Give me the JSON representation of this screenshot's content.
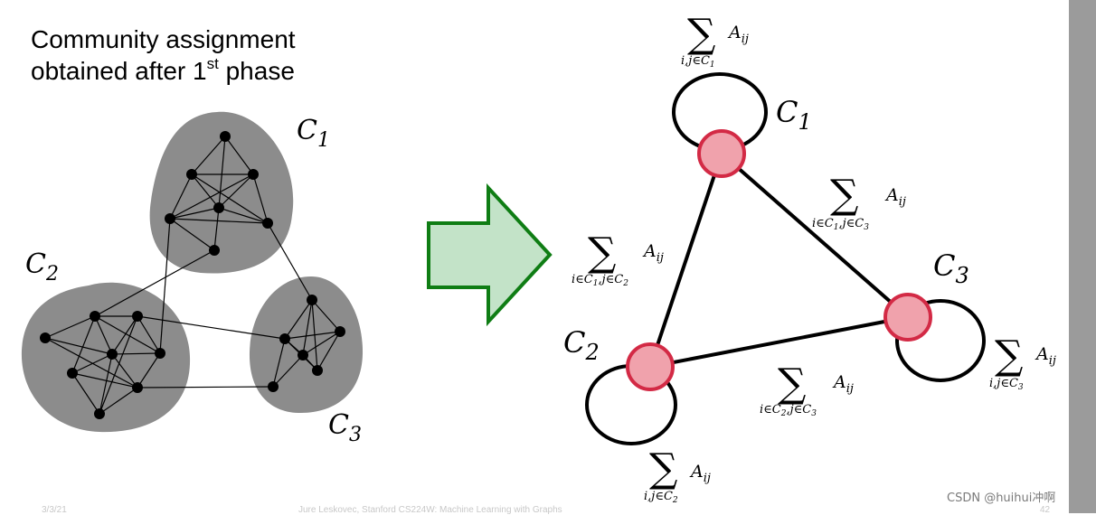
{
  "heading": {
    "line1": "Community assignment",
    "line2_pre": "obtained after 1",
    "line2_sup": "st",
    "line2_post": " phase"
  },
  "left_graph": {
    "communities": [
      {
        "name": "C",
        "sub": "1"
      },
      {
        "name": "C",
        "sub": "2"
      },
      {
        "name": "C",
        "sub": "3"
      }
    ]
  },
  "right_graph": {
    "nodes": [
      {
        "name": "C",
        "sub": "1"
      },
      {
        "name": "C",
        "sub": "2"
      },
      {
        "name": "C",
        "sub": "3"
      }
    ],
    "sums": {
      "self_c1": {
        "sym": "∑",
        "term": "A",
        "term_sub": "ij",
        "under": "i,j∈C",
        "under_sub": "1"
      },
      "self_c2": {
        "sym": "∑",
        "term": "A",
        "term_sub": "ij",
        "under": "i,j∈C",
        "under_sub": "2"
      },
      "self_c3": {
        "sym": "∑",
        "term": "A",
        "term_sub": "ij",
        "under": "i,j∈C",
        "under_sub": "3"
      },
      "c1_c2": {
        "sym": "∑",
        "term": "A",
        "term_sub": "ij",
        "under_a": "i∈C",
        "under_a_sub": "1",
        "under_b": ",j∈C",
        "under_b_sub": "2"
      },
      "c1_c3": {
        "sym": "∑",
        "term": "A",
        "term_sub": "ij",
        "under_a": "i∈C",
        "under_a_sub": "1",
        "under_b": ",j∈C",
        "under_b_sub": "3"
      },
      "c2_c3": {
        "sym": "∑",
        "term": "A",
        "term_sub": "ij",
        "under_a": "i∈C",
        "under_a_sub": "2",
        "under_b": ",j∈C",
        "under_b_sub": "3"
      }
    }
  },
  "colors": {
    "blob": "#8c8c8c",
    "node": "#000000",
    "arrow_fill": "#c3e3c8",
    "arrow_stroke": "#0f7d14",
    "super_node_fill": "#f0a2ac",
    "super_node_stroke": "#d32a45",
    "scrollbar": "#9b9b9b"
  },
  "footer": {
    "left": "3/3/21",
    "middle": "Jure Leskovec, Stanford CS224W: Machine Learning with Graphs",
    "right": "42"
  },
  "watermark": "CSDN @huihui冲啊"
}
